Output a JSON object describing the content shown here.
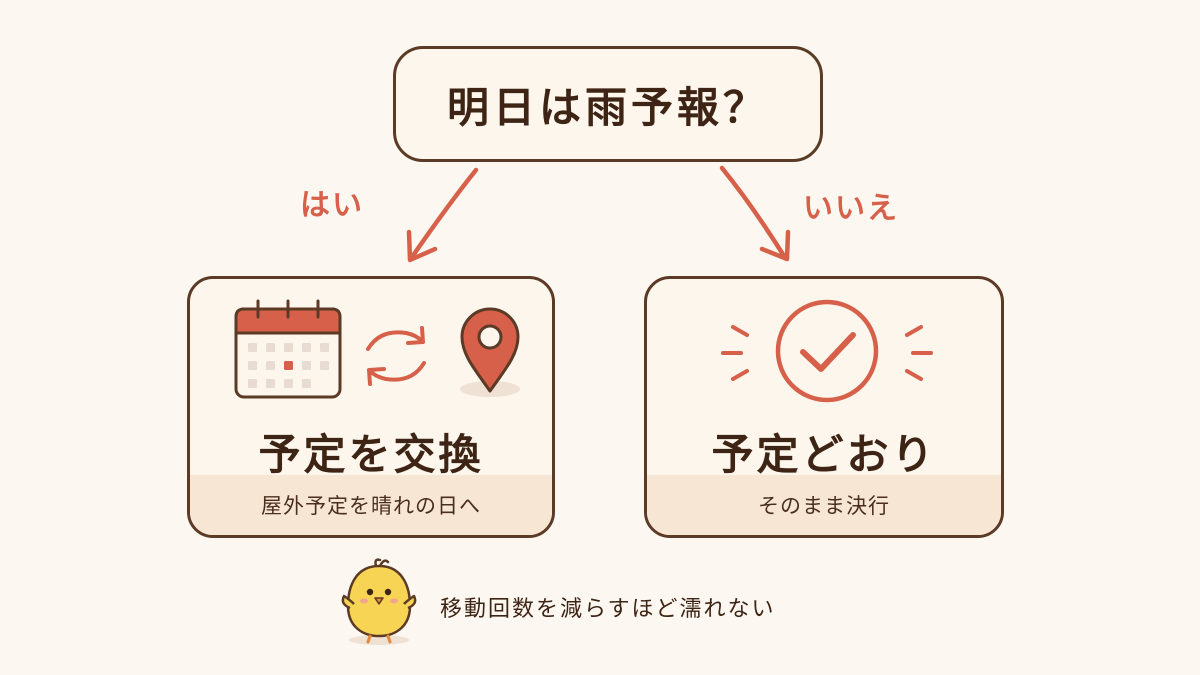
{
  "question": "明日は雨予報？",
  "branches": {
    "yes_label": "はい",
    "no_label": "いいえ"
  },
  "options": {
    "yes": {
      "title": "予定を交換",
      "subtitle": "屋外予定を晴れの日へ",
      "icons": [
        "calendar-icon",
        "swap-arrows-icon",
        "map-pin-icon"
      ]
    },
    "no": {
      "title": "予定どおり",
      "subtitle": "そのまま決行",
      "icons": [
        "checkmark-circle-icon"
      ]
    }
  },
  "tip": {
    "text": "移動回数を減らすほど濡れない",
    "icon": "chick-icon"
  },
  "colors": {
    "accent": "#d6604a",
    "outline": "#5b3a26",
    "box_fill": "#fdf6ec",
    "band_fill": "#f8e6d5",
    "background": "#fcf8f1",
    "chick": "#f7d454"
  }
}
